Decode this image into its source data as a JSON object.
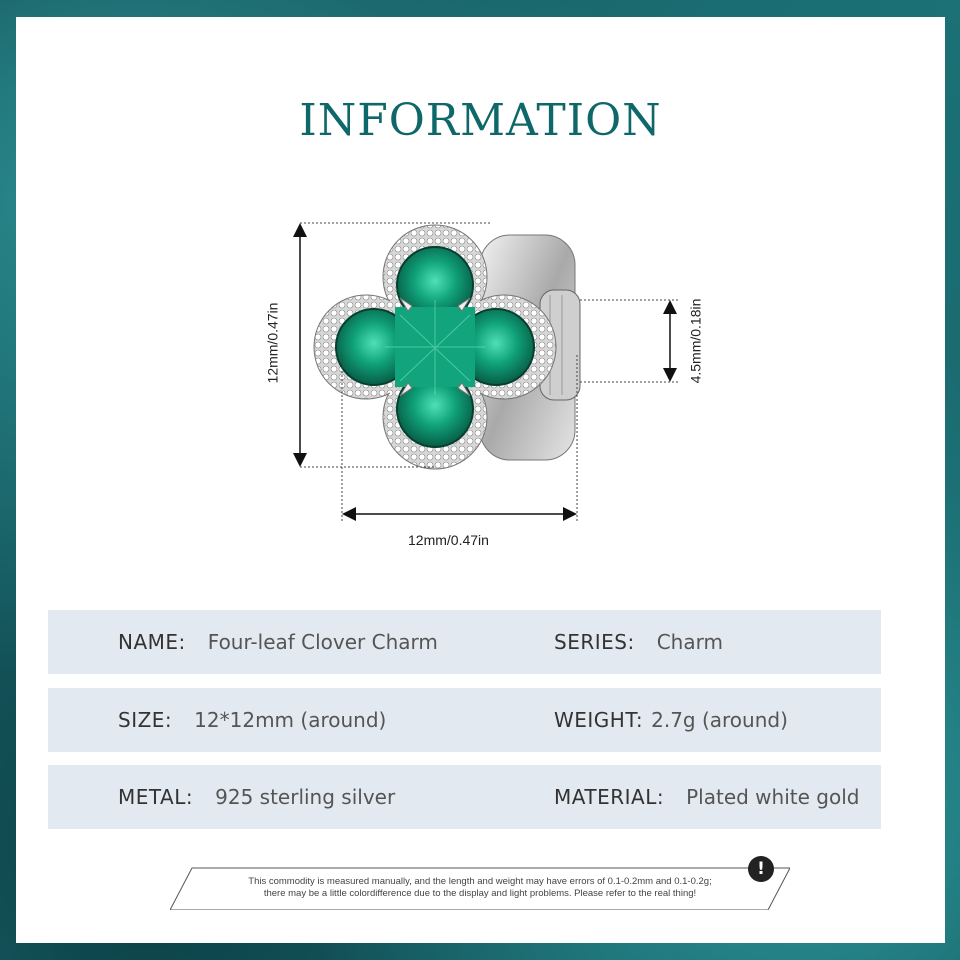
{
  "title": "INFORMATION",
  "dimensions": {
    "height_label": "12mm/0.47in",
    "width_label": "12mm/0.47in",
    "hole_label": "4.5mm/0.18in"
  },
  "specs": {
    "name_label": "NAME:",
    "name_value": "Four-leaf Clover Charm",
    "series_label": "SERIES:",
    "series_value": "Charm",
    "size_label": "SIZE:",
    "size_value": "12*12mm (around)",
    "weight_label": "WEIGHT:",
    "weight_value": "2.7g (around)",
    "metal_label": "METAL:",
    "metal_value": "925 sterling silver",
    "material_label": "MATERIAL:",
    "material_value": "Plated white gold"
  },
  "notice": {
    "line1": "This commodity is measured manually, and the length and weight may have errors of 0.1-0.2mm and 0.1-0.2g;",
    "line2": "there may be a little colordifference due to the display and light problems. Please refer to the real thing!",
    "icon_text": "!"
  },
  "colors": {
    "accent": "#0e6769",
    "gem": "#0f8f6e",
    "row_bg": "#e3e9f0"
  },
  "icons": {
    "product": "clover-charm-image",
    "warning": "exclamation-icon"
  }
}
